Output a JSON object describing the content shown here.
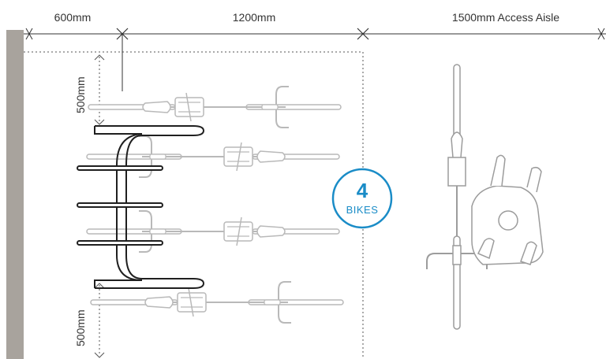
{
  "dimensions": {
    "wall_gap": "600mm",
    "rack_length": "1200mm",
    "aisle": "1500mm Access Aisle",
    "top_spacing": "500mm",
    "bottom_spacing": "500mm"
  },
  "badge": {
    "count": "4",
    "unit": "BIKES"
  },
  "colors": {
    "wall": "#a8a39d",
    "bike_line": "#b9b9b9",
    "rack": "#1f1f1f",
    "badge": "#1a8cc7",
    "dimension": "#333333"
  }
}
